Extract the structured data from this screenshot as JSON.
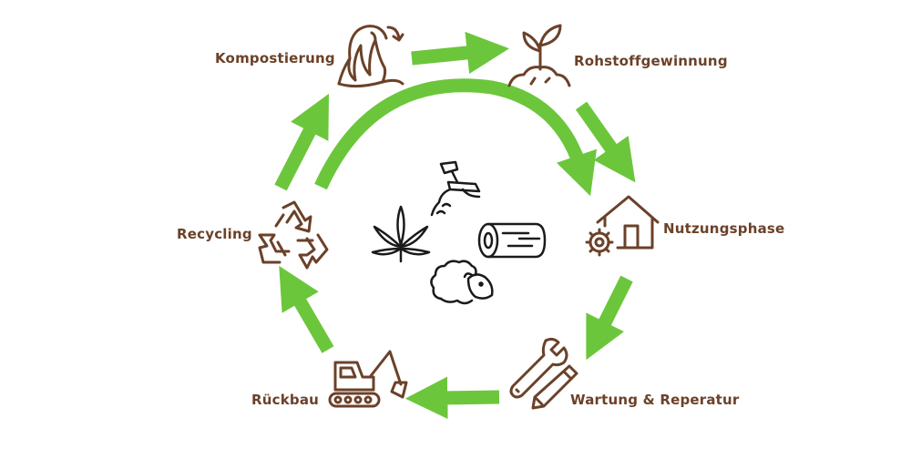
{
  "diagram": {
    "stages": [
      {
        "id": "kompostierung",
        "label": "Kompostierung",
        "icon": "banana-peel-icon"
      },
      {
        "id": "rohstoff",
        "label": "Rohstoffgewinnung",
        "icon": "sprout-icon"
      },
      {
        "id": "nutzung",
        "label": "Nutzungsphase",
        "icon": "house-gear-icon"
      },
      {
        "id": "wartung",
        "label": "Wartung & Reperatur",
        "icon": "wrench-pencil-icon"
      },
      {
        "id": "rueckbau",
        "label": "Rückbau",
        "icon": "excavator-icon"
      },
      {
        "id": "recycling",
        "label": "Recycling",
        "icon": "recycle-icon"
      }
    ],
    "center_icons": [
      "hemp-leaf-icon",
      "clay-trowel-icon",
      "log-icon",
      "sheep-icon"
    ],
    "colors": {
      "arrow": "#6cc63c",
      "label": "#6b4129",
      "icon_stroke": "#6b4129",
      "center_icon_stroke": "#1a1a1a"
    }
  }
}
